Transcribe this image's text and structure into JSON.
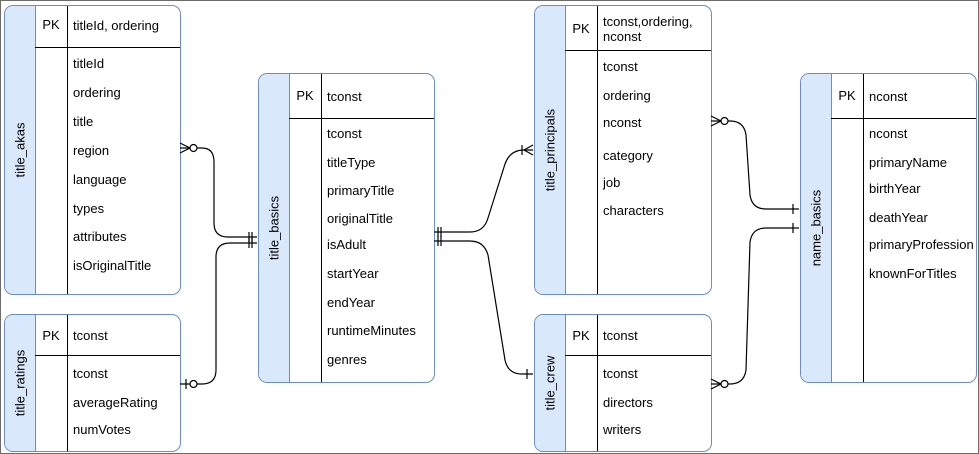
{
  "tables": {
    "title_akas": {
      "name": "title_akas",
      "pk_label": "PK",
      "key": "titleId, ordering",
      "fields": [
        "titleId",
        "ordering",
        "title",
        "region",
        "language",
        "types",
        "attributes",
        "isOriginalTitle"
      ]
    },
    "title_ratings": {
      "name": "title_ratings",
      "pk_label": "PK",
      "key": "tconst",
      "fields": [
        "tconst",
        "averageRating",
        "numVotes"
      ]
    },
    "title_basics": {
      "name": "title_basics",
      "pk_label": "PK",
      "key": "tconst",
      "fields": [
        "tconst",
        "titleType",
        "primaryTitle",
        "originalTitle",
        "isAdult",
        "startYear",
        "endYear",
        "runtimeMinutes",
        "genres"
      ]
    },
    "title_principals": {
      "name": "title_principals",
      "pk_label": "PK",
      "key": "tconst,ordering,\nnconst",
      "fields": [
        "tconst",
        "ordering",
        "nconst",
        "category",
        "job",
        "characters"
      ]
    },
    "title_crew": {
      "name": "title_crew",
      "pk_label": "PK",
      "key": "tconst",
      "fields": [
        "tconst",
        "directors",
        "writers"
      ]
    },
    "name_basics": {
      "name": "name_basics",
      "pk_label": "PK",
      "key": "nconst",
      "fields": [
        "nconst",
        "primaryName",
        "birthYear",
        "deathYear",
        "primaryProfession",
        "knownForTitles"
      ]
    }
  },
  "relationships": [
    {
      "from": "title_akas",
      "from_end": "zero-or-many",
      "to": "title_basics",
      "to_end": "exactly-one"
    },
    {
      "from": "title_ratings",
      "from_end": "zero-or-one",
      "to": "title_basics",
      "to_end": "exactly-one"
    },
    {
      "from": "title_basics",
      "from_end": "exactly-one",
      "to": "title_principals",
      "to_end": "one-or-many"
    },
    {
      "from": "title_basics",
      "from_end": "exactly-one",
      "to": "title_crew",
      "to_end": "one"
    },
    {
      "from": "title_principals",
      "from_end": "zero-or-many",
      "to": "name_basics",
      "to_end": "one"
    },
    {
      "from": "title_crew",
      "from_end": "zero-or-many",
      "to": "name_basics",
      "to_end": "one"
    }
  ],
  "colors": {
    "entity_fill": "#dae8fc",
    "entity_stroke": "#6c8ebf",
    "connector": "#000000"
  }
}
